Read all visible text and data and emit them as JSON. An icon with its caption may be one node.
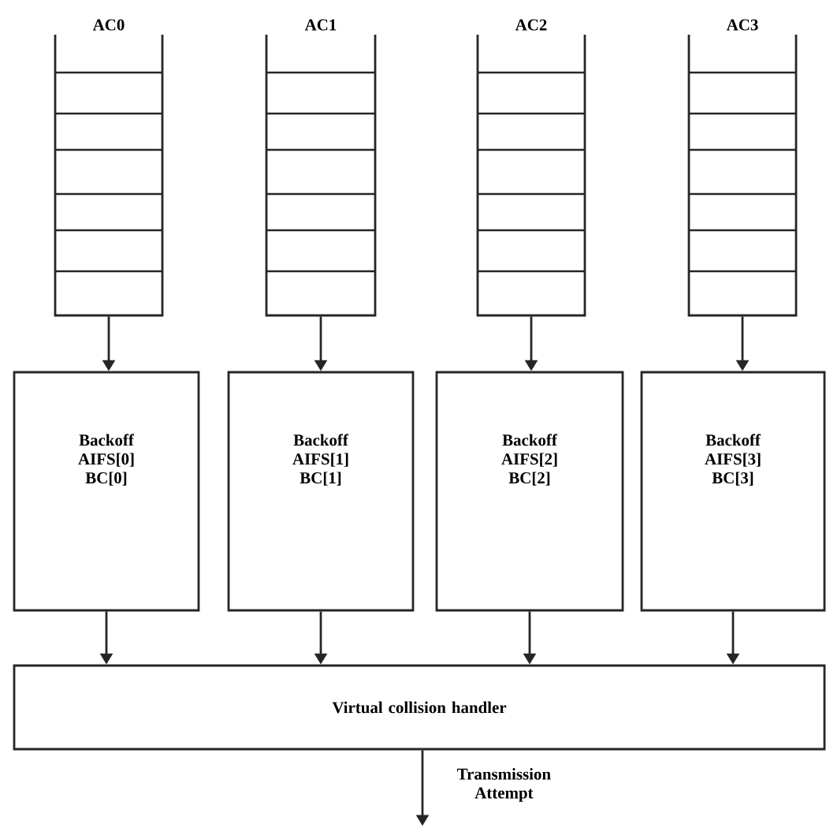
{
  "diagram": {
    "nodes": [
      {
        "text": [
          "AC0"
        ]
      },
      {
        "text": [
          "AC1"
        ]
      },
      {
        "text": [
          "AC2"
        ]
      },
      {
        "text": [
          "AC3"
        ]
      },
      {
        "text": [
          "Backoff AIFS[0] BC[0]"
        ]
      },
      {
        "text": [
          "Backoff AIFS[1] BC[1]"
        ]
      },
      {
        "text": [
          "Backoff AIFS[2] BC[2]"
        ]
      },
      {
        "text": [
          "Backoff AIFS[3] BC[3]"
        ]
      },
      {
        "text": [
          "Virtual collision handler"
        ]
      }
    ],
    "edges": [
      {
        "from": 0,
        "to": 4,
        "arrow": "to"
      },
      {
        "from": 1,
        "to": 5,
        "arrow": "to"
      },
      {
        "from": 2,
        "to": 6,
        "arrow": "to"
      },
      {
        "from": 3,
        "to": 7,
        "arrow": "to"
      },
      {
        "from": 4,
        "to": 8,
        "arrow": "to"
      },
      {
        "from": 5,
        "to": 8,
        "arrow": "to"
      },
      {
        "from": 6,
        "to": 8,
        "arrow": "to"
      },
      {
        "from": 7,
        "to": 8,
        "arrow": "to"
      },
      {
        "from": 8,
        "to": null,
        "arrow": "to",
        "label": "Transmission Attempt"
      }
    ]
  }
}
